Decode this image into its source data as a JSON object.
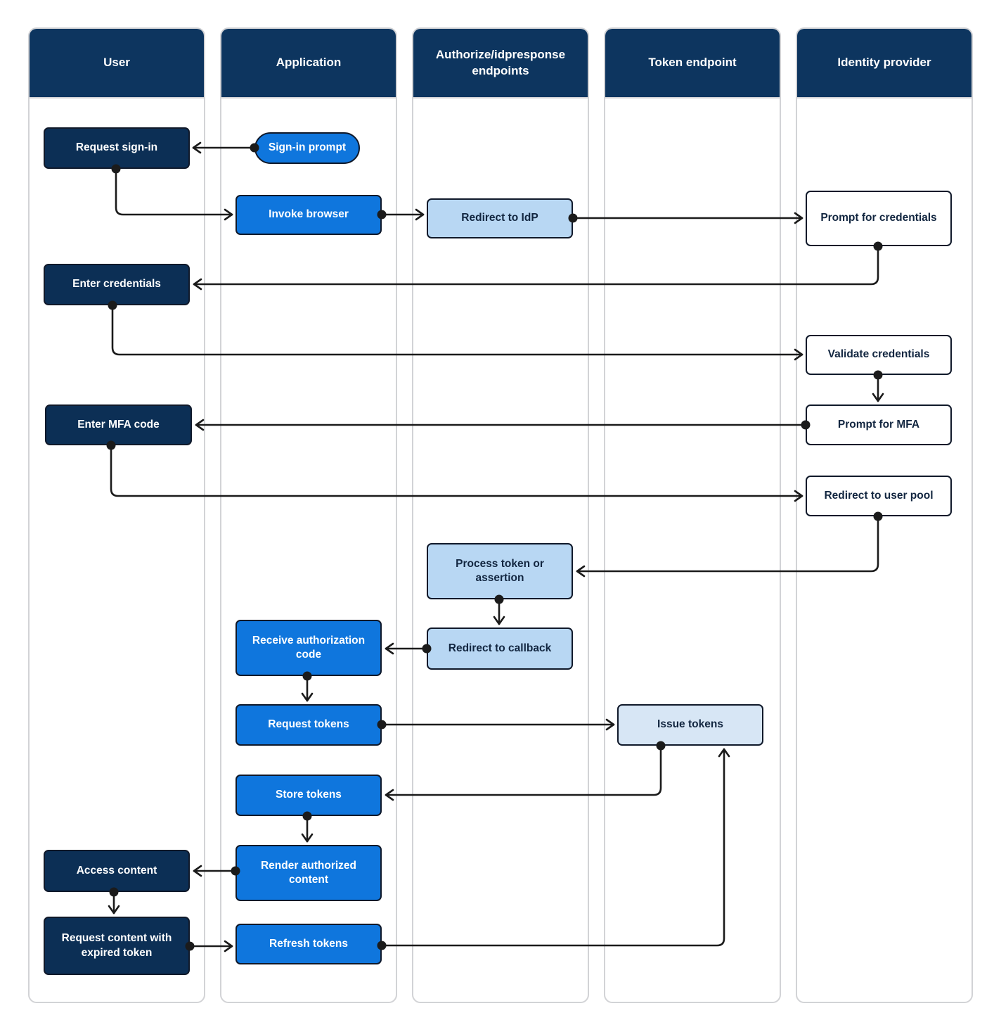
{
  "diagram": {
    "title_hint": "User pool federated sign-in sequence flow",
    "colors": {
      "header_bg": "#0d355f",
      "dark_box": "#0c2f55",
      "primary_box": "#0f76dd",
      "light_box": "#b8d7f3",
      "lighter_box": "#d7e6f5",
      "lane_border": "#d2d3d6",
      "connector": "#1b1b1b",
      "box_border": "#10192a",
      "text_dark": "#122640",
      "text_light": "#ffffff"
    },
    "lanes": [
      {
        "id": "user",
        "label": "User"
      },
      {
        "id": "application",
        "label": "Application"
      },
      {
        "id": "authorize-endpoints",
        "label": "Authorize/idpresponse endpoints"
      },
      {
        "id": "token-endpoint",
        "label": "Token endpoint"
      },
      {
        "id": "identity-provider",
        "label": "Identity provider"
      }
    ],
    "nodes": [
      {
        "id": "request-sign-in",
        "lane": "user",
        "style": "dark",
        "label": "Request sign-in"
      },
      {
        "id": "sign-in-prompt",
        "lane": "application",
        "style": "pill",
        "label": "Sign-in prompt"
      },
      {
        "id": "invoke-browser",
        "lane": "application",
        "style": "primary",
        "label": "Invoke browser"
      },
      {
        "id": "redirect-to-idp",
        "lane": "authorize-endpoints",
        "style": "light",
        "label": "Redirect to IdP"
      },
      {
        "id": "prompt-for-credentials",
        "lane": "identity-provider",
        "style": "outline",
        "label": "Prompt for credentials"
      },
      {
        "id": "enter-credentials",
        "lane": "user",
        "style": "dark",
        "label": "Enter credentials"
      },
      {
        "id": "validate-credentials",
        "lane": "identity-provider",
        "style": "outline",
        "label": "Validate credentials"
      },
      {
        "id": "enter-mfa-code",
        "lane": "user",
        "style": "dark",
        "label": "Enter MFA code"
      },
      {
        "id": "prompt-for-mfa",
        "lane": "identity-provider",
        "style": "outline",
        "label": "Prompt for MFA"
      },
      {
        "id": "redirect-to-user-pool",
        "lane": "identity-provider",
        "style": "outline",
        "label": "Redirect to user pool"
      },
      {
        "id": "process-token-or-assertion",
        "lane": "authorize-endpoints",
        "style": "light",
        "label": "Process token or assertion"
      },
      {
        "id": "receive-authorization-code",
        "lane": "application",
        "style": "primary",
        "label": "Receive authorization code"
      },
      {
        "id": "redirect-to-callback",
        "lane": "authorize-endpoints",
        "style": "light",
        "label": "Redirect to callback"
      },
      {
        "id": "request-tokens",
        "lane": "application",
        "style": "primary",
        "label": "Request tokens"
      },
      {
        "id": "issue-tokens",
        "lane": "token-endpoint",
        "style": "lighter",
        "label": "Issue tokens"
      },
      {
        "id": "store-tokens",
        "lane": "application",
        "style": "primary",
        "label": "Store tokens"
      },
      {
        "id": "render-authorized-content",
        "lane": "application",
        "style": "primary",
        "label": "Render authorized content"
      },
      {
        "id": "access-content",
        "lane": "user",
        "style": "dark",
        "label": "Access content"
      },
      {
        "id": "request-content-with-expired-token",
        "lane": "user",
        "style": "dark",
        "label": "Request content with expired token"
      },
      {
        "id": "refresh-tokens",
        "lane": "application",
        "style": "primary",
        "label": "Refresh tokens"
      }
    ],
    "edges": [
      {
        "from": "sign-in-prompt",
        "to": "request-sign-in"
      },
      {
        "from": "request-sign-in",
        "to": "invoke-browser"
      },
      {
        "from": "invoke-browser",
        "to": "redirect-to-idp"
      },
      {
        "from": "redirect-to-idp",
        "to": "prompt-for-credentials"
      },
      {
        "from": "prompt-for-credentials",
        "to": "enter-credentials"
      },
      {
        "from": "enter-credentials",
        "to": "validate-credentials"
      },
      {
        "from": "validate-credentials",
        "to": "prompt-for-mfa"
      },
      {
        "from": "prompt-for-mfa",
        "to": "enter-mfa-code"
      },
      {
        "from": "enter-mfa-code",
        "to": "redirect-to-user-pool"
      },
      {
        "from": "redirect-to-user-pool",
        "to": "process-token-or-assertion"
      },
      {
        "from": "process-token-or-assertion",
        "to": "redirect-to-callback"
      },
      {
        "from": "redirect-to-callback",
        "to": "receive-authorization-code"
      },
      {
        "from": "receive-authorization-code",
        "to": "request-tokens"
      },
      {
        "from": "request-tokens",
        "to": "issue-tokens"
      },
      {
        "from": "issue-tokens",
        "to": "store-tokens"
      },
      {
        "from": "store-tokens",
        "to": "render-authorized-content"
      },
      {
        "from": "render-authorized-content",
        "to": "access-content"
      },
      {
        "from": "access-content",
        "to": "request-content-with-expired-token"
      },
      {
        "from": "request-content-with-expired-token",
        "to": "refresh-tokens"
      },
      {
        "from": "refresh-tokens",
        "to": "issue-tokens"
      }
    ]
  }
}
